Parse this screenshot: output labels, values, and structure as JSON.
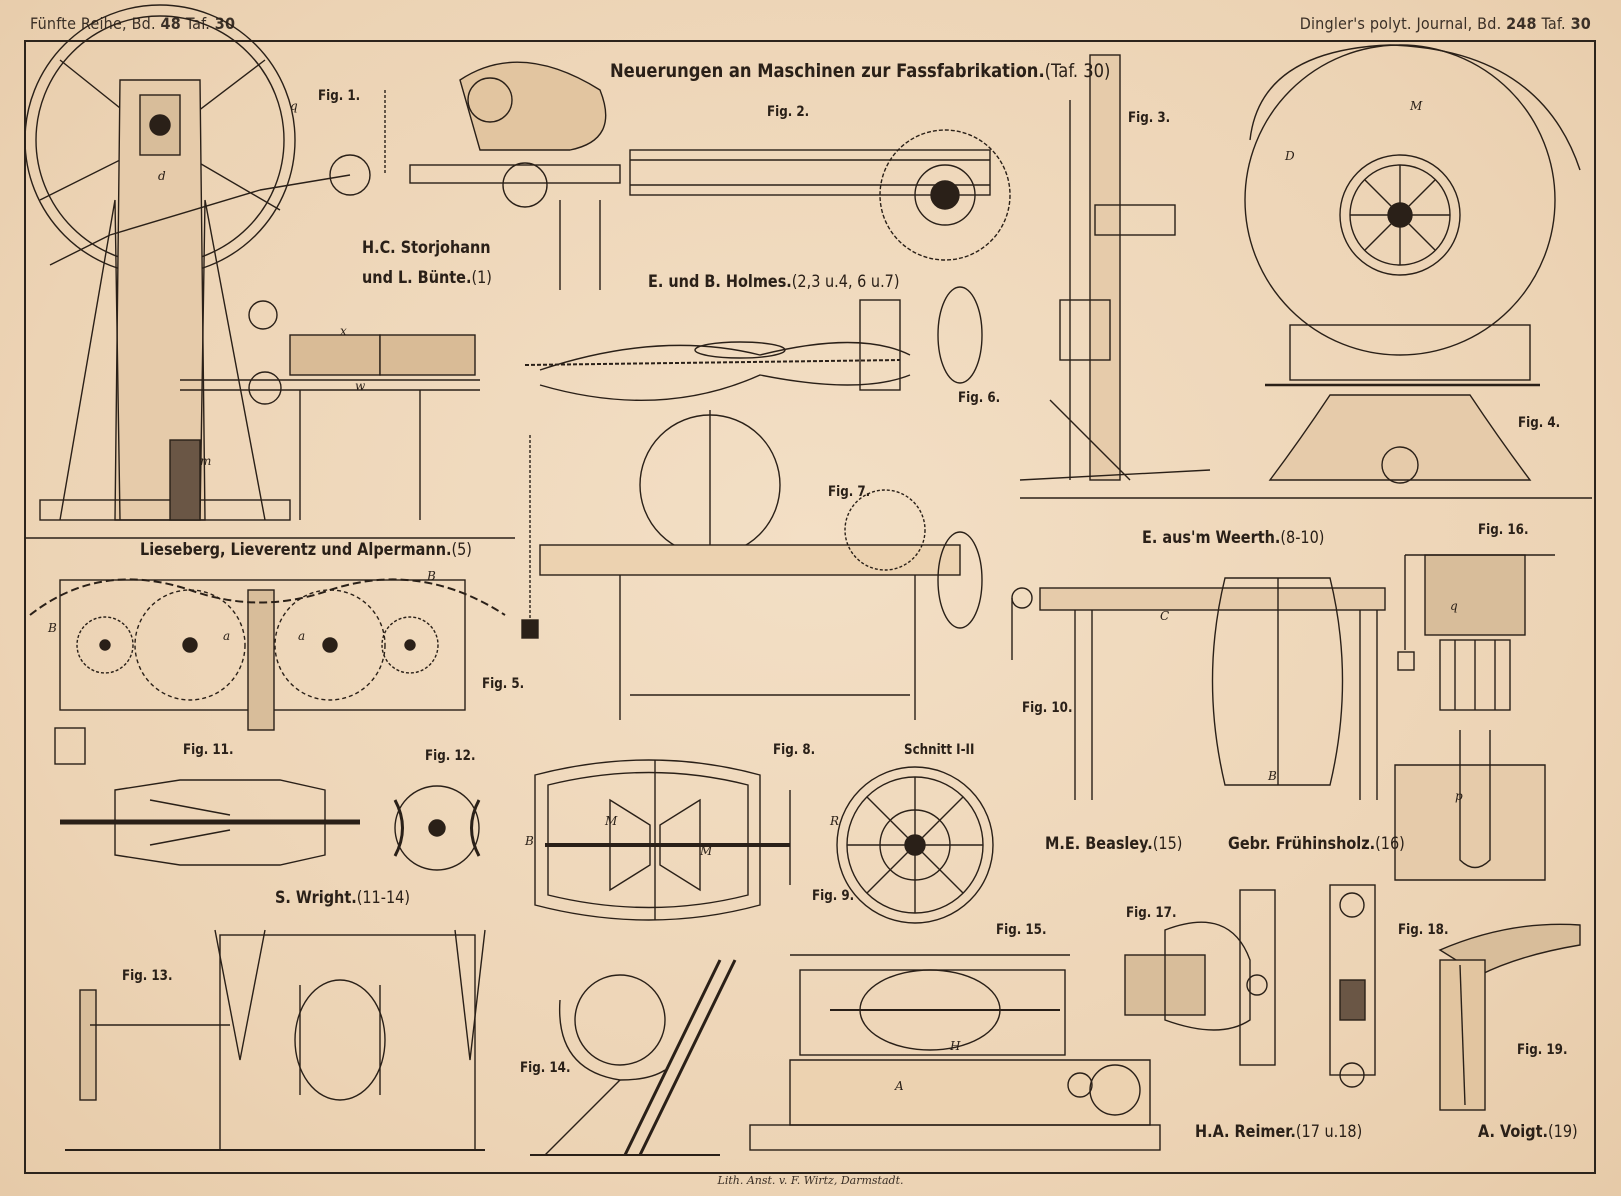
{
  "header": {
    "left": {
      "text": "Fünfte Reihe, Bd. ",
      "vol": "48",
      "taf_label": " Taf. ",
      "taf": "30"
    },
    "right": {
      "text": "Dingler's polyt. Journal, Bd. ",
      "vol": "248",
      "taf_label": " Taf. ",
      "taf": "30"
    }
  },
  "title": {
    "main": "Neuerungen an Maschinen zur Fassfabrikation.",
    "sub": "(Taf. 30)"
  },
  "figures": {
    "f1": "Fig. 1.",
    "f2": "Fig. 2.",
    "f3": "Fig. 3.",
    "f4": "Fig. 4.",
    "f5": "Fig. 5.",
    "f6": "Fig. 6.",
    "f7": "Fig. 7.",
    "f8": "Fig. 8.",
    "f9": "Fig. 9.",
    "f10": "Fig. 10.",
    "f11": "Fig. 11.",
    "f12": "Fig. 12.",
    "f13": "Fig. 13.",
    "f14": "Fig. 14.",
    "f15": "Fig. 15.",
    "f16": "Fig. 16.",
    "f17": "Fig. 17.",
    "f18": "Fig. 18.",
    "f19": "Fig. 19.",
    "schnitt": "Schnitt I-II"
  },
  "makers": {
    "storjohann_1": "H.C. Storjohann",
    "storjohann_2": "und L. Bünte.",
    "storjohann_num": "(1)",
    "holmes": "E. und B. Holmes.",
    "holmes_num": "(2,3 u.4, 6 u.7)",
    "lieseberg": "Lieseberg, Lieverentz und Alpermann.",
    "lieseberg_num": "(5)",
    "weerth": "E. aus'm Weerth.",
    "weerth_num": "(8-10)",
    "wright": "S. Wright.",
    "wright_num": "(11-14)",
    "beasley": "M.E. Beasley.",
    "beasley_num": "(15)",
    "fruehinsholz": "Gebr. Frühinsholz.",
    "fruehinsholz_num": "(16)",
    "reimer": "H.A. Reimer.",
    "reimer_num": "(17 u.18)",
    "voigt": "A. Voigt.",
    "voigt_num": "(19)"
  },
  "footer": "Lith. Anst. v. F. Wirtz, Darmstadt.",
  "colors": {
    "paper": "#f0d9bd",
    "ink": "#2a2018"
  }
}
